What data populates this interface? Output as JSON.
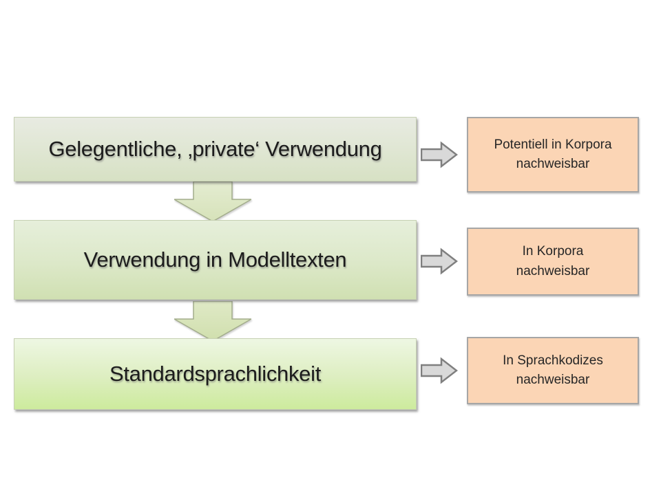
{
  "diagram": {
    "type": "process-flow",
    "rows": [
      {
        "stage_label": "Gelegentliche, ‚private‘ Verwendung",
        "evidence_line1": "Potentiell in Korpora",
        "evidence_line2": "nachweisbar"
      },
      {
        "stage_label": "Verwendung in Modelltexten",
        "evidence_line1": "In Korpora",
        "evidence_line2": "nachweisbar"
      },
      {
        "stage_label": "Standardsprachlichkeit",
        "evidence_line1": "In Sprachkodizes",
        "evidence_line2": "nachweisbar"
      }
    ],
    "colors": {
      "stage1_fill_top": "#e8ebe2",
      "stage1_fill_bottom": "#d7e1c4",
      "stage2_fill_top": "#e6efdb",
      "stage2_fill_bottom": "#d0e0b2",
      "stage3_fill_top": "#eef7e3",
      "stage3_fill_bottom": "#cdeb9d",
      "down_arrow_fill_top": "#e4ecd1",
      "down_arrow_fill_bottom": "#d3dfb4",
      "down_arrow_stroke": "#a3ad8c",
      "right_arrow_fill": "#d9d9d9",
      "right_arrow_stroke": "#7f7f7f",
      "evidence_fill": "#fbd5b5",
      "evidence_border": "#a6a6a6",
      "text": "#1c1c1c",
      "background": "#ffffff"
    }
  }
}
